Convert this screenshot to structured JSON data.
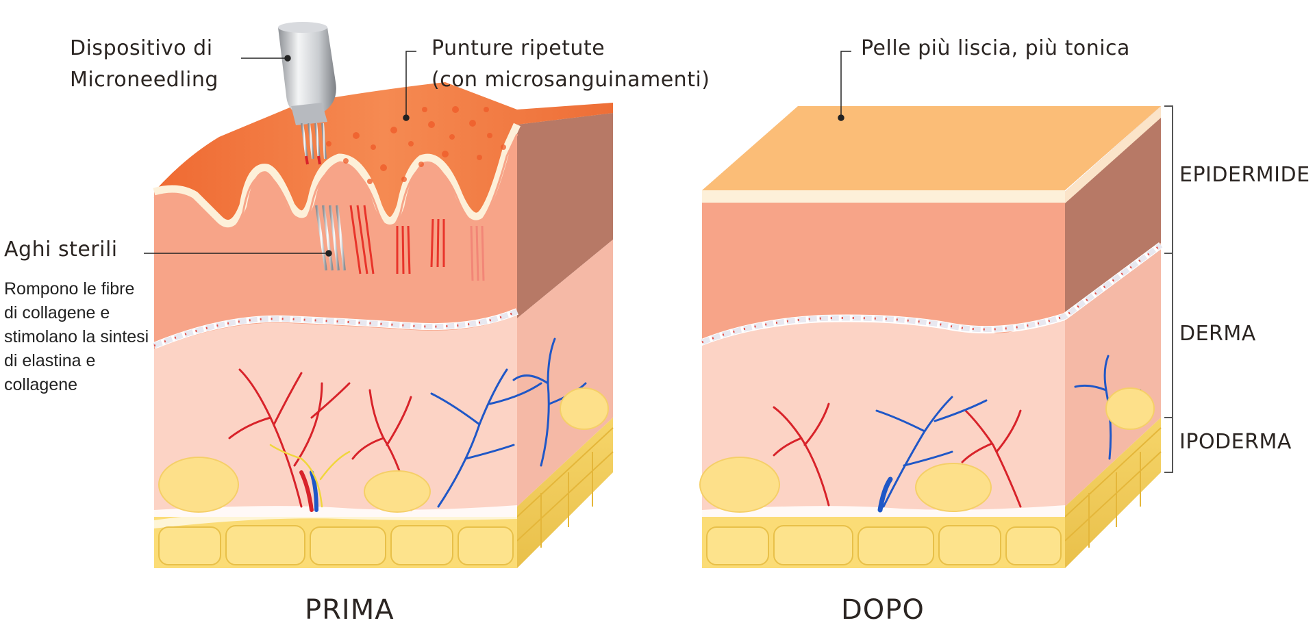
{
  "labels": {
    "device": [
      "Dispositivo di",
      "Microneedling"
    ],
    "punctures": [
      "Punture ripetute",
      "(con microsanguinamenti)"
    ],
    "needles": "Aghi sterili",
    "needles_desc": [
      "Rompono le fibre",
      "di collagene e",
      "stimolano la sintesi",
      "di elastina e",
      "collagene"
    ],
    "smooth_skin": "Pelle più liscia, più tonica"
  },
  "layers": {
    "epidermis": "EPIDERMIDE",
    "dermis": "DERMA",
    "hypodermis": "IPODERMA"
  },
  "captions": {
    "before": "PRIMA",
    "after": "DOPO"
  },
  "colors": {
    "epidermis_top_before": "#f0743f",
    "epidermis_top_after": "#fbbd77",
    "epidermis_front": "#f7a488",
    "epidermis_side": "#b77966",
    "dermis_front": "#fcd3c5",
    "dermis_side": "#f5b9a6",
    "hypodermis": "#fbdc76",
    "artery": "#d8232a",
    "vein": "#1f57c7",
    "nerve": "#f0d63c",
    "text": "#2b2522"
  }
}
